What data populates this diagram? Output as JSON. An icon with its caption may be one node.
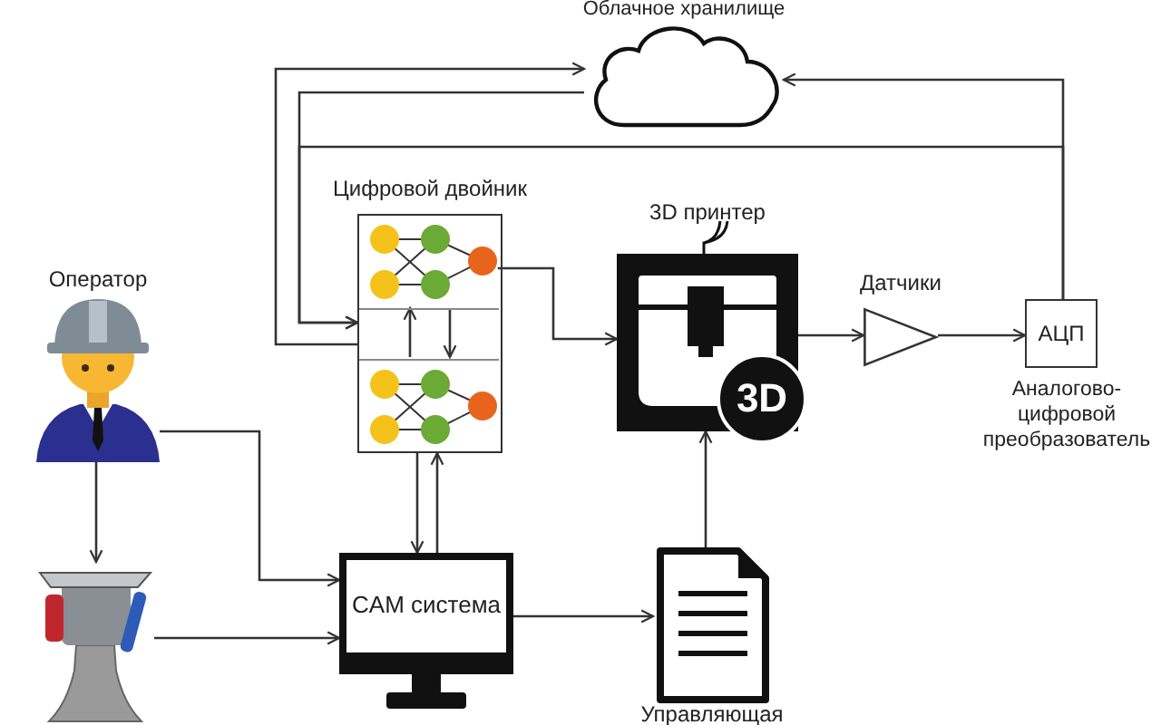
{
  "diagram": {
    "nodes": [
      {
        "text": [
          "Облачное хранилище"
        ]
      },
      {
        "text": [
          "Цифровой двойник"
        ]
      },
      {
        "text": [],
        "shape": "picture",
        "in": 1
      },
      {
        "text": [],
        "shape": "picture",
        "in": 1
      },
      {
        "text": [
          "3D принтер",
          "3D"
        ]
      },
      {
        "text": [
          "Датчики"
        ]
      },
      {
        "text": [
          "АЦП"
        ],
        "beside": [
          "Аналогово-цифровой преобразователь"
        ]
      },
      {
        "text": [
          "Оператор"
        ]
      },
      {
        "text": [],
        "shape": "picture"
      },
      {
        "text": [
          "CAM система"
        ]
      },
      {
        "text": [
          "Управляющая"
        ]
      }
    ],
    "edges": [
      {
        "from": 1,
        "to": 0,
        "arrow": "to"
      },
      {
        "from": 0,
        "to": 1,
        "arrow": "to"
      },
      {
        "from": 6,
        "to": 0,
        "arrow": "to"
      },
      {
        "from": 6,
        "to": 1,
        "arrow": "to"
      },
      {
        "from": 3,
        "to": 2,
        "arrow": "to"
      },
      {
        "from": 2,
        "to": 3,
        "arrow": "to"
      },
      {
        "from": 2,
        "to": 4,
        "arrow": "to"
      },
      {
        "from": 1,
        "to": 9,
        "arrow": "to"
      },
      {
        "from": 9,
        "to": 1,
        "arrow": "to"
      },
      {
        "from": 7,
        "to": 9,
        "arrow": "to"
      },
      {
        "from": 7,
        "to": 8,
        "arrow": "to"
      },
      {
        "from": 8,
        "to": 9,
        "arrow": "to"
      },
      {
        "from": 9,
        "to": 10,
        "arrow": "to"
      },
      {
        "from": 10,
        "to": 4,
        "arrow": "to"
      },
      {
        "from": 4,
        "to": 5,
        "arrow": "to"
      },
      {
        "from": 5,
        "to": 6,
        "arrow": "to"
      }
    ]
  }
}
